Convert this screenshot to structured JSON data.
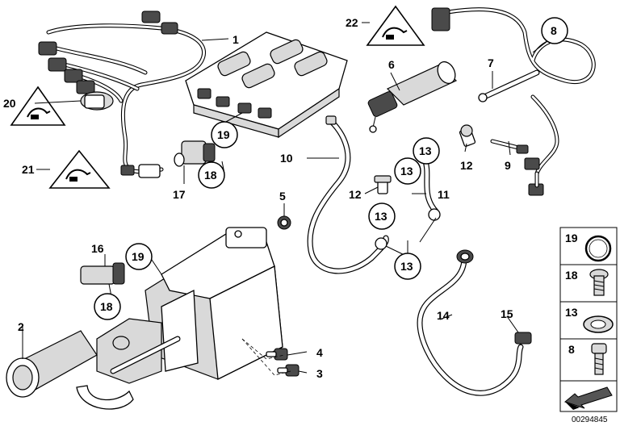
{
  "callouts": {
    "c1": "1",
    "c2": "2",
    "c3": "3",
    "c4": "4",
    "c5": "5",
    "c6": "6",
    "c7": "7",
    "c8": "8",
    "c9": "9",
    "c10": "10",
    "c11": "11",
    "c12a": "12",
    "c12b": "12",
    "c13a": "13",
    "c13b": "13",
    "c13c": "13",
    "c13d": "13",
    "c14": "14",
    "c15": "15",
    "c16": "16",
    "c17": "17",
    "c18a": "18",
    "c18b": "18",
    "c19a": "19",
    "c19b": "19",
    "c20": "20",
    "c21": "21",
    "c22": "22"
  },
  "parts_panel": {
    "items": [
      {
        "number": "19",
        "icon": "o-ring-icon"
      },
      {
        "number": "18",
        "icon": "screw-icon"
      },
      {
        "number": "13",
        "icon": "seal-ring-icon"
      },
      {
        "number": "8",
        "icon": "hex-bolt-icon"
      }
    ],
    "footer_icon": "arrow-icon"
  },
  "diagram_code": "00294845"
}
